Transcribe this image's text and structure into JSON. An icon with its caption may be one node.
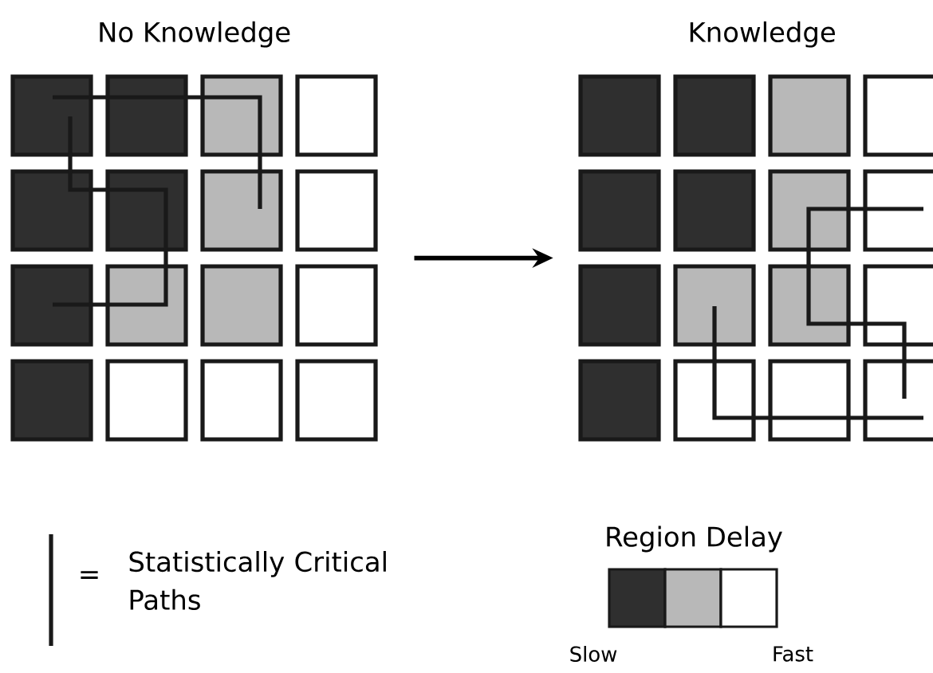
{
  "diagram": {
    "nodes": [
      {
        "text": [
          "No Knowledge"
        ]
      },
      {
        "text": [
          "Knowledge"
        ]
      }
    ],
    "edges": [
      {
        "from": 0,
        "to": 1,
        "arrow": "to"
      }
    ],
    "labels": [
      "=",
      "Region Delay",
      "Slow",
      "Fast"
    ],
    "legend": [
      {
        "text": "Statistically Critical Paths"
      }
    ]
  }
}
